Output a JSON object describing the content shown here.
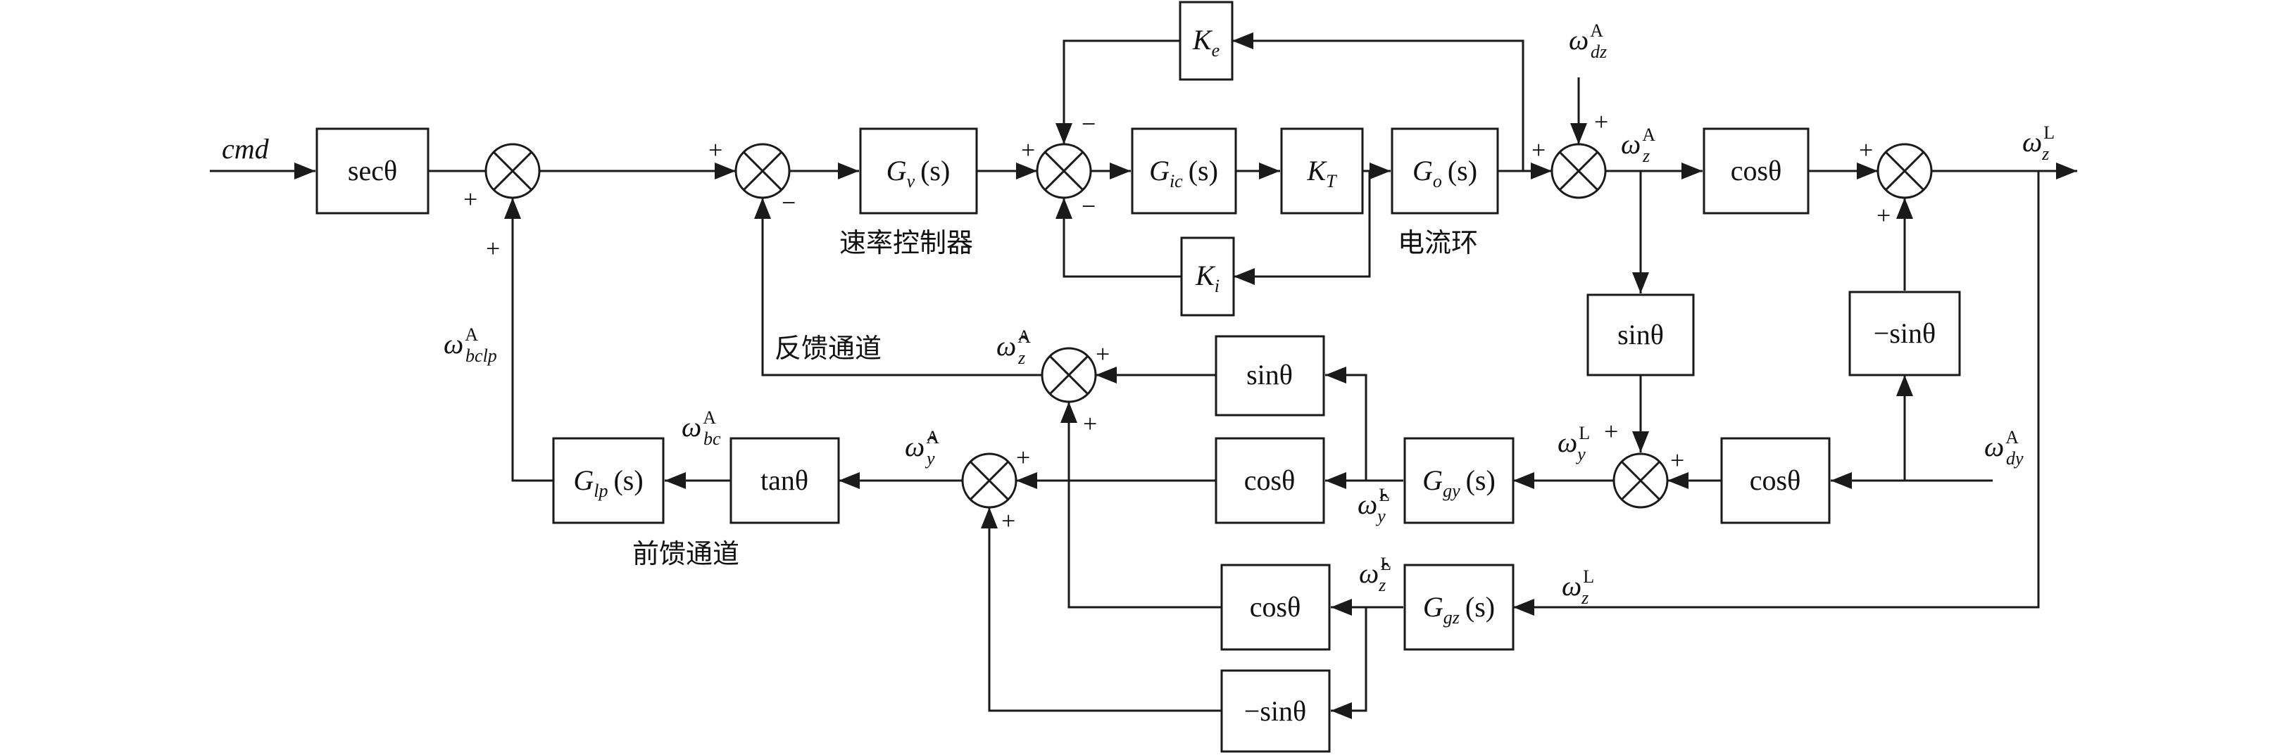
{
  "input": {
    "cmd": "cmd"
  },
  "blocks": {
    "sec": "secθ",
    "ke": {
      "sym": "K",
      "sub": "e"
    },
    "ki": {
      "sym": "K",
      "sub": "i"
    },
    "kt": {
      "sym": "K",
      "sub": "T"
    },
    "gv": {
      "sym": "G",
      "sub": "v",
      "arg": "(s)"
    },
    "gic": {
      "sym": "G",
      "sub": "ic",
      "arg": "(s)"
    },
    "go": {
      "sym": "G",
      "sub": "o",
      "arg": "(s)"
    },
    "cos_top": "cosθ",
    "sin_mid": "sinθ",
    "negsin_right": "−sinθ",
    "cos_right": "cosθ",
    "sin_fb": "sinθ",
    "cos_fb": "cosθ",
    "ggy": {
      "sym": "G",
      "sub": "gy",
      "arg": "(s)"
    },
    "ggz": {
      "sym": "G",
      "sub": "gz",
      "arg": "(s)"
    },
    "tan": "tanθ",
    "glp": {
      "sym": "G",
      "sub": "lp",
      "arg": "(s)"
    },
    "cos_bot": "cosθ",
    "negsin_bot": "−sinθ"
  },
  "chinese_labels": {
    "rate_controller": "速率控制器",
    "current_loop": "电流环",
    "feedback_channel": "反馈通道",
    "feedforward_channel": "前馈通道"
  },
  "signals": {
    "omega_dz_A": {
      "base": "ω",
      "sub": "dz",
      "sup": "A"
    },
    "omega_z_A": {
      "base": "ω",
      "sub": "z",
      "sup": "A"
    },
    "omega_z_L_out": {
      "base": "ω",
      "sub": "z",
      "sup": "L"
    },
    "omega_bclp_A": {
      "base": "ω",
      "sub": "bclp",
      "sup": "A"
    },
    "omega_bc_A": {
      "base": "ω",
      "sub": "bc",
      "sup": "A"
    },
    "omegahat_z_A": {
      "base": "ω̂",
      "sub": "z",
      "sup": "A"
    },
    "omegahat_y_A": {
      "base": "ω̂",
      "sub": "y",
      "sup": "A"
    },
    "omega_y_L": {
      "base": "ω",
      "sub": "y",
      "sup": "L"
    },
    "omegahat_y_L": {
      "base": "ω̂",
      "sub": "y",
      "sup": "L"
    },
    "omega_dy_A": {
      "base": "ω",
      "sub": "dy",
      "sup": "A"
    },
    "omegahat_z_L": {
      "base": "ω̂",
      "sub": "z",
      "sup": "L"
    },
    "omega_z_L_fb": {
      "base": "ω",
      "sub": "z",
      "sup": "L"
    }
  },
  "signs": {
    "plus": "+",
    "minus": "−"
  }
}
